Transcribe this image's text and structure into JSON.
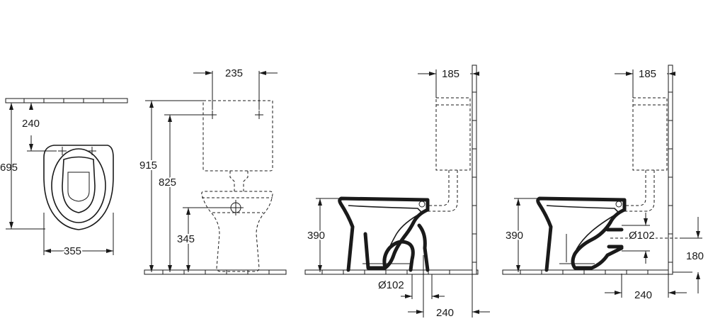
{
  "views": {
    "top": {
      "dim_depth": "695",
      "dim_fixing": "240",
      "dim_width": "355"
    },
    "front": {
      "dim_cistern_width": "235",
      "dim_overall_height": "915",
      "dim_fixing_height": "825",
      "dim_seat_height": "345"
    },
    "side_floor_outlet": {
      "dim_cistern_depth": "185",
      "dim_rim_height": "390",
      "dim_outlet_diameter": "Ø102",
      "dim_outlet_distance": "240"
    },
    "side_wall_outlet": {
      "dim_cistern_depth": "185",
      "dim_rim_height": "390",
      "dim_outlet_diameter": "Ø102",
      "dim_outlet_height": "180",
      "dim_outlet_distance": "240"
    }
  }
}
